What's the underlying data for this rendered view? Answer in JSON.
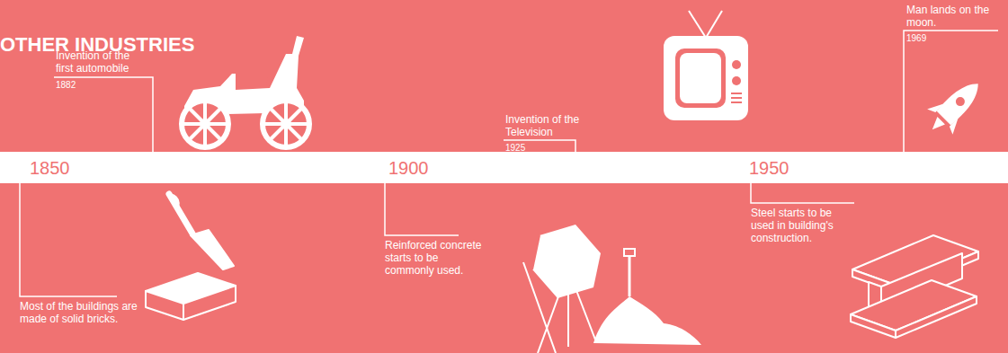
{
  "diagram": {
    "title": "OTHER INDUSTRIES",
    "labels": [
      "Invention of the first automobile",
      "1882",
      "Invention of the Television",
      "1925",
      "Man lands on the moon.",
      "1969",
      "1850",
      "1900",
      "1950",
      "Most of the buildings are made of solid bricks.",
      "Reinforced concrete starts to be commonly used.",
      "Steel starts to be used in building's construction."
    ]
  }
}
